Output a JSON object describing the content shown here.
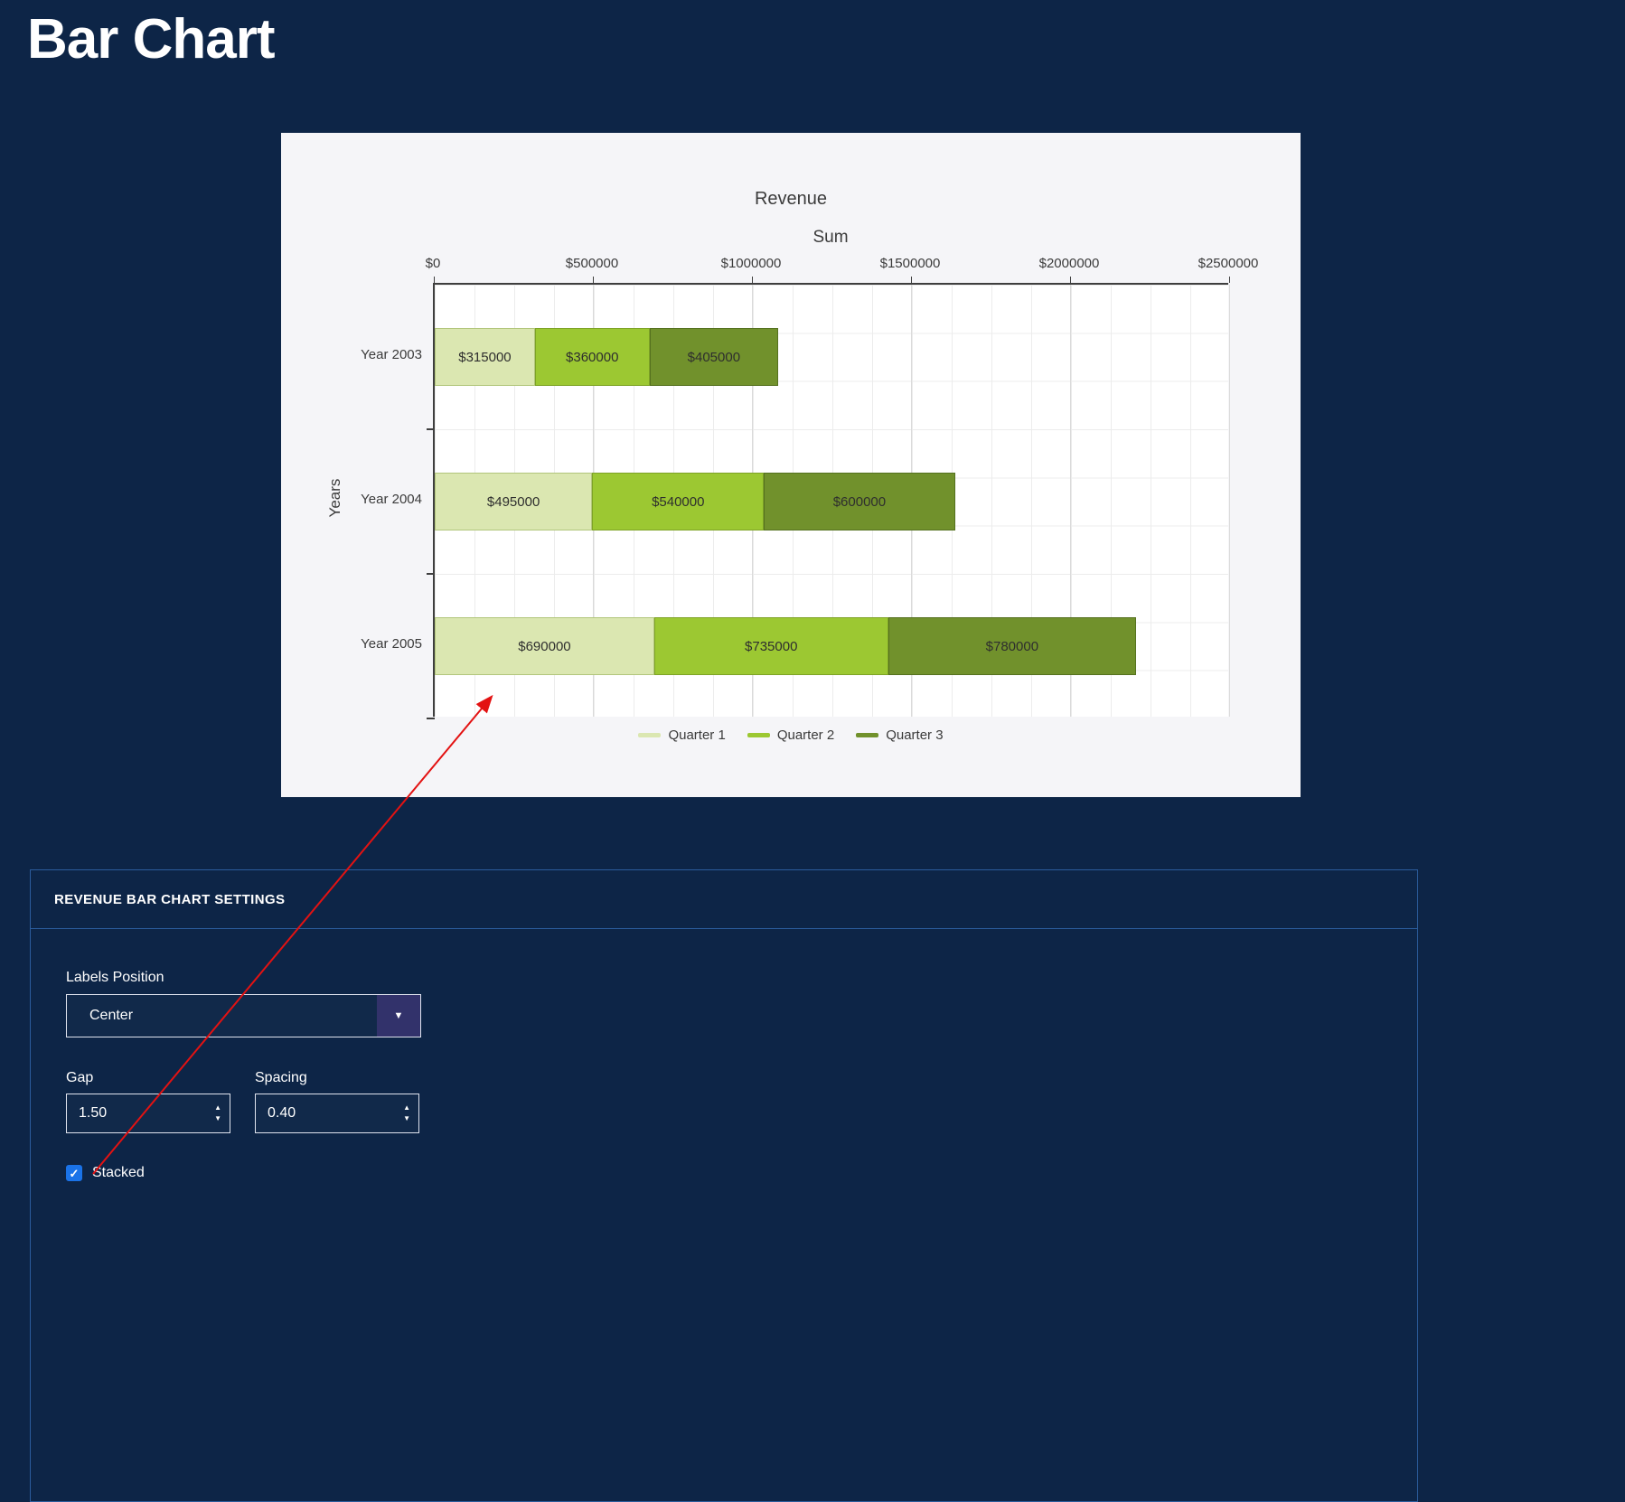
{
  "page": {
    "title": "Bar Chart"
  },
  "chart_data": {
    "type": "bar",
    "orientation": "horizontal",
    "stacked": true,
    "title": "Revenue",
    "x_axis_title": "Sum",
    "y_axis_title": "Years",
    "categories": [
      "Year 2003",
      "Year 2004",
      "Year 2005"
    ],
    "series": [
      {
        "name": "Quarter 1",
        "color": "#dbe7b1",
        "border": "#b2c67c",
        "values": [
          315000,
          495000,
          690000
        ]
      },
      {
        "name": "Quarter 2",
        "color": "#9cc832",
        "border": "#7ea326",
        "values": [
          360000,
          540000,
          735000
        ]
      },
      {
        "name": "Quarter 3",
        "color": "#71912c",
        "border": "#55711f",
        "values": [
          405000,
          600000,
          780000
        ]
      }
    ],
    "x_ticks": [
      "$0",
      "$500000",
      "$1000000",
      "$1500000",
      "$2000000",
      "$2500000"
    ],
    "xlim": [
      0,
      2500000
    ],
    "value_prefix": "$",
    "labels_position": "center",
    "legend_position": "bottom",
    "grid": true
  },
  "settings": {
    "header": "REVENUE BAR CHART SETTINGS",
    "labels_position": {
      "label": "Labels Position",
      "value": "Center"
    },
    "gap": {
      "label": "Gap",
      "value": "1.50"
    },
    "spacing": {
      "label": "Spacing",
      "value": "0.40"
    },
    "stacked": {
      "label": "Stacked",
      "checked": true
    }
  },
  "colors": {
    "checkbox_accent": "#1a73e8",
    "annotation_arrow": "#e31212",
    "settings_border": "#2b5c9c"
  }
}
